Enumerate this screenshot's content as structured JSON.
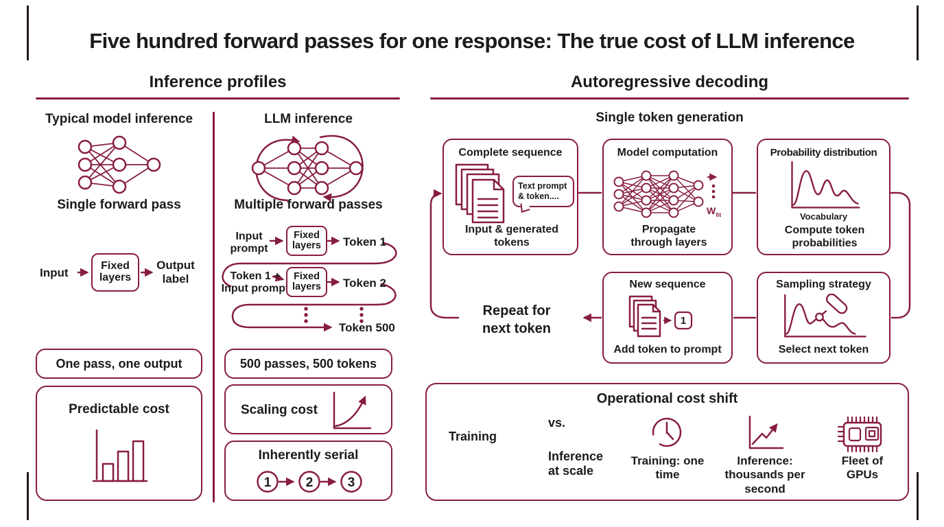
{
  "colors": {
    "accent": "#871d3f",
    "ink": "#1c1a1b",
    "background": "#ffffff"
  },
  "title": "Five hundred forward passes for one response: The true cost of LLM inference",
  "inference_profiles": {
    "header": "Inference profiles",
    "typical": {
      "heading": "Typical model inference",
      "icon_caption": "Single forward pass",
      "flow": {
        "input": "Input",
        "box": "Fixed layers",
        "output": "Output label"
      },
      "pill": "One pass, one output",
      "cost_card": {
        "title": "Predictable cost"
      }
    },
    "llm": {
      "heading": "LLM inference",
      "icon_caption": "Multiple forward passes",
      "pass_rows": [
        {
          "input": "Input prompt",
          "box": "Fixed layers",
          "output": "Token 1"
        },
        {
          "input": "Token 1 + Input prompt",
          "box": "Fixed layers",
          "output": "Token 2"
        }
      ],
      "final_token": "Token 500",
      "pill": "500 passes, 500 tokens",
      "scaling_card": {
        "title": "Scaling cost"
      },
      "serial_card": {
        "title": "Inherently serial",
        "steps": [
          "1",
          "2",
          "3"
        ]
      }
    }
  },
  "autoregressive": {
    "header": "Autoregressive decoding",
    "subheader": "Single token generation",
    "complete_sequence": {
      "title": "Complete sequence",
      "bubble": "Text prompt & token....",
      "caption": "Input & generated tokens"
    },
    "model_computation": {
      "title": "Model computation",
      "weight": "W",
      "weight_sub": "fit",
      "caption": "Propagate through layers"
    },
    "probability_distribution": {
      "title": "Probability distribution",
      "axis_label": "Vocabulary",
      "caption": "Compute token probabilities"
    },
    "repeat_label": "Repeat for next token",
    "new_sequence": {
      "title": "New sequence",
      "badge": "1",
      "caption": "Add token to prompt"
    },
    "sampling_strategy": {
      "title": "Sampling strategy",
      "caption": "Select next token"
    },
    "cost_shift": {
      "title": "Operational cost shift",
      "chart": {
        "training": "Training",
        "vs": "vs.",
        "inference": "Inference at scale"
      },
      "items": [
        {
          "icon": "clock-icon",
          "label": "Training: one time"
        },
        {
          "icon": "rising-chart-icon",
          "label": "Inference: thousands per second"
        },
        {
          "icon": "gpu-chip-icon",
          "label": "Fleet of GPUs"
        }
      ]
    }
  }
}
